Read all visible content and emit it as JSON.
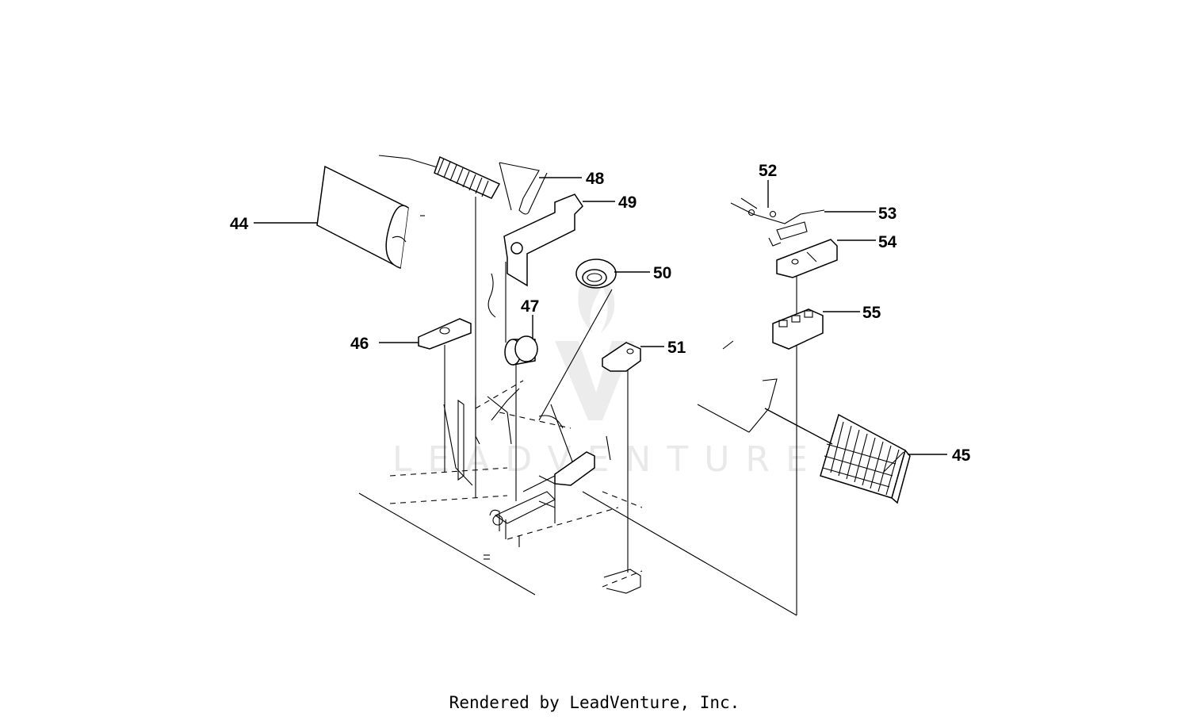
{
  "watermark": {
    "text": "LEADVENTURE"
  },
  "callouts": [
    {
      "id": "44",
      "label": "44"
    },
    {
      "id": "45",
      "label": "45"
    },
    {
      "id": "46",
      "label": "46"
    },
    {
      "id": "47",
      "label": "47"
    },
    {
      "id": "48",
      "label": "48"
    },
    {
      "id": "49",
      "label": "49"
    },
    {
      "id": "50",
      "label": "50"
    },
    {
      "id": "51",
      "label": "51"
    },
    {
      "id": "52",
      "label": "52"
    },
    {
      "id": "53",
      "label": "53"
    },
    {
      "id": "54",
      "label": "54"
    },
    {
      "id": "55",
      "label": "55"
    }
  ],
  "footer": {
    "text": "Rendered by LeadVenture, Inc."
  }
}
